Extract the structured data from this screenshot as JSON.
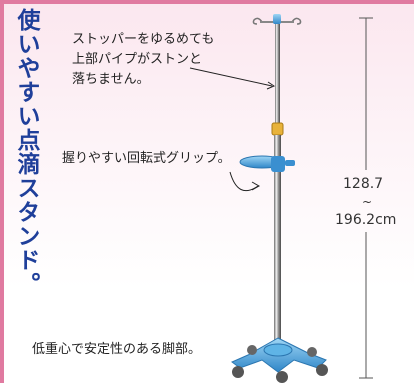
{
  "title": "使いやすい点滴スタンド。",
  "callouts": {
    "top_line1": "ストッパーをゆるめても",
    "top_line2": "上部パイプがストンと",
    "top_line3": "落ちません。",
    "grip": "握りやすい回転式グリップ。",
    "base": "低重心で安定性のある脚部。"
  },
  "dimension": {
    "min": "128.7",
    "separator": "~",
    "max": "196.2cm"
  },
  "colors": {
    "title": "#1f3f9a",
    "border": "#e07aa0",
    "accent_blue": "#4aa8e0"
  }
}
